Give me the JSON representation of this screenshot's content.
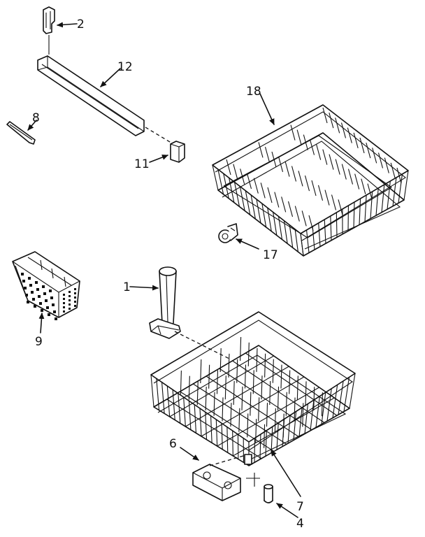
{
  "diagram": {
    "parts": [
      {
        "id": "clip",
        "number": "2"
      },
      {
        "id": "rack-track",
        "number": "12"
      },
      {
        "id": "stop",
        "number": "8"
      },
      {
        "id": "end-cap",
        "number": "11"
      },
      {
        "id": "upper-rack",
        "number": "18"
      },
      {
        "id": "rack-roller",
        "number": "17"
      },
      {
        "id": "spray-tube",
        "number": "1"
      },
      {
        "id": "silverware-basket",
        "number": "9"
      },
      {
        "id": "lower-rack",
        "number": "7"
      },
      {
        "id": "wheel-bracket",
        "number": "6"
      },
      {
        "id": "wheel-axle",
        "number": "4"
      }
    ]
  }
}
